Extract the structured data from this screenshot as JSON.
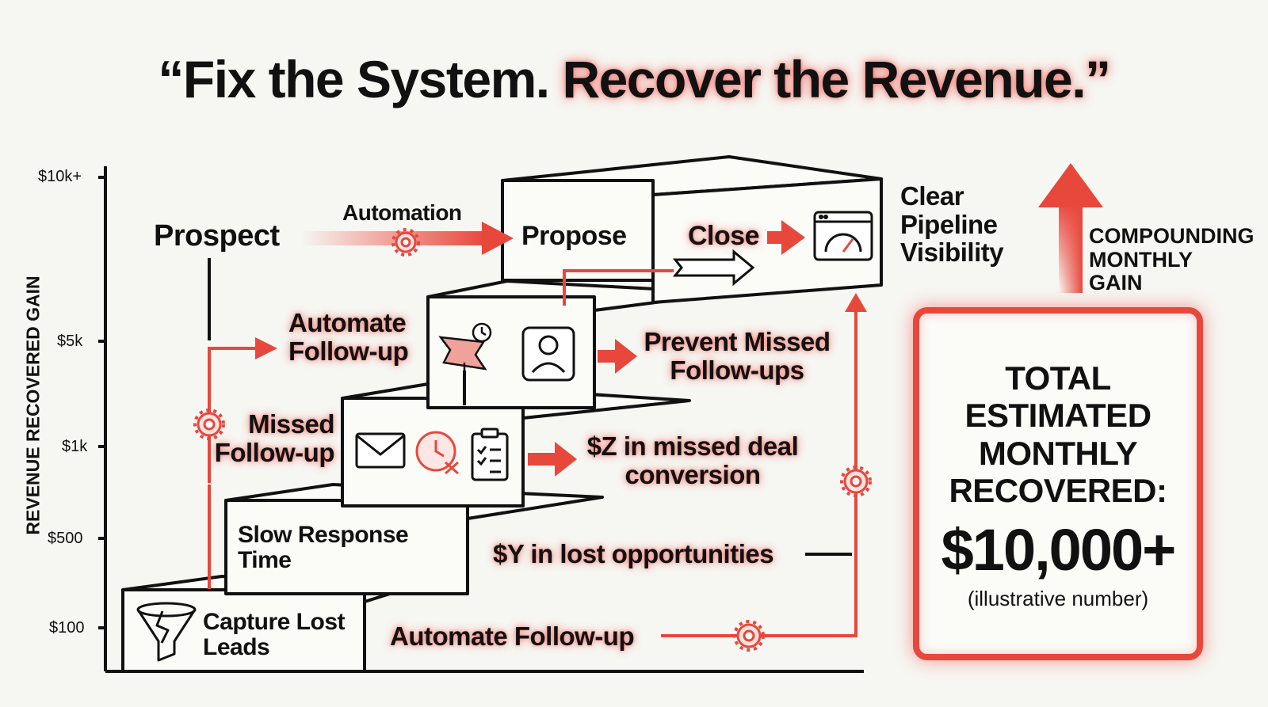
{
  "title": {
    "part1": "“Fix the System.",
    "part2": "Recover the Revenue.”"
  },
  "axis": {
    "y_label": "REVENUE RECOVERED GAIN",
    "ticks": [
      "$10k+",
      "$5k",
      "$1k",
      "$500",
      "$100"
    ]
  },
  "steps": {
    "step1": "Capture Lost Leads",
    "step2": "Slow Response Time",
    "step5_a": "Propose",
    "step5_b": "Close"
  },
  "labels": {
    "prospect": "Prospect",
    "automation": "Automation",
    "automate_followup_top": "Automate Follow-up",
    "missed_followup": "Missed Follow-up",
    "prevent_missed": "Prevent Missed Follow-ups",
    "missed_deal": "$Z in missed deal conversion",
    "lost_opps": "$Y in lost opportunities",
    "automate_followup_bottom": "Automate Follow-up",
    "clear_pipeline": "Clear Pipeline Visibility"
  },
  "total": {
    "compounding": "COMPOUNDING MONTHLY GAIN",
    "heading": "TOTAL ESTIMATED MONTHLY RECOVERED:",
    "amount": "$10,000+",
    "note": "(illustrative number)"
  },
  "colors": {
    "accent": "#e8473c",
    "ink": "#111111",
    "background": "#f6f6f2"
  },
  "icons": [
    "funnel-icon",
    "envelope-icon",
    "clock-icon",
    "checklist-icon",
    "flag-icon",
    "user-icon",
    "dashboard-icon",
    "gear-icon",
    "arrow-up-icon"
  ]
}
